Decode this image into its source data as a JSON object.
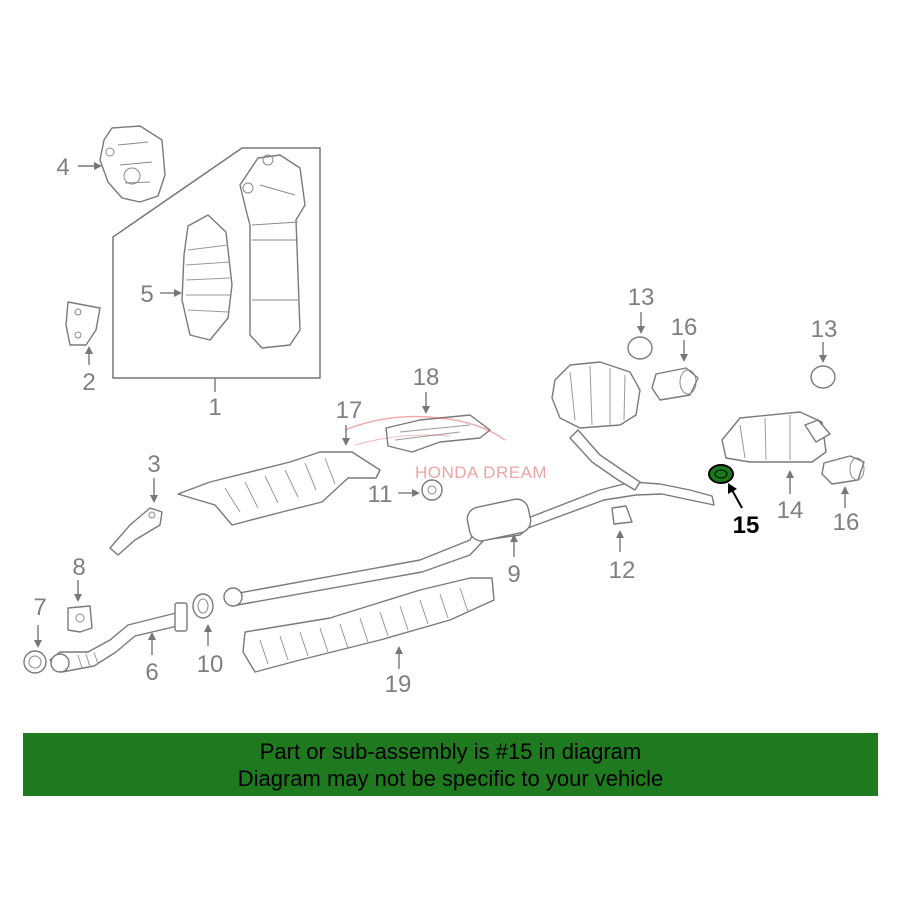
{
  "diagram": {
    "labels": [
      "1",
      "2",
      "3",
      "4",
      "5",
      "6",
      "7",
      "8",
      "9",
      "10",
      "11",
      "12",
      "13",
      "13",
      "14",
      "15",
      "16",
      "16",
      "17",
      "18",
      "19"
    ],
    "highlighted_part": "15",
    "watermark": "HONDA DREAM"
  },
  "notice": {
    "line1": "Part or sub-assembly is #15 in diagram",
    "line2": "Diagram may not be specific to your vehicle",
    "background_color": "#1f7a1f"
  },
  "colors": {
    "highlight_part": "#1a7a1a",
    "line": "#7a7a7a"
  }
}
